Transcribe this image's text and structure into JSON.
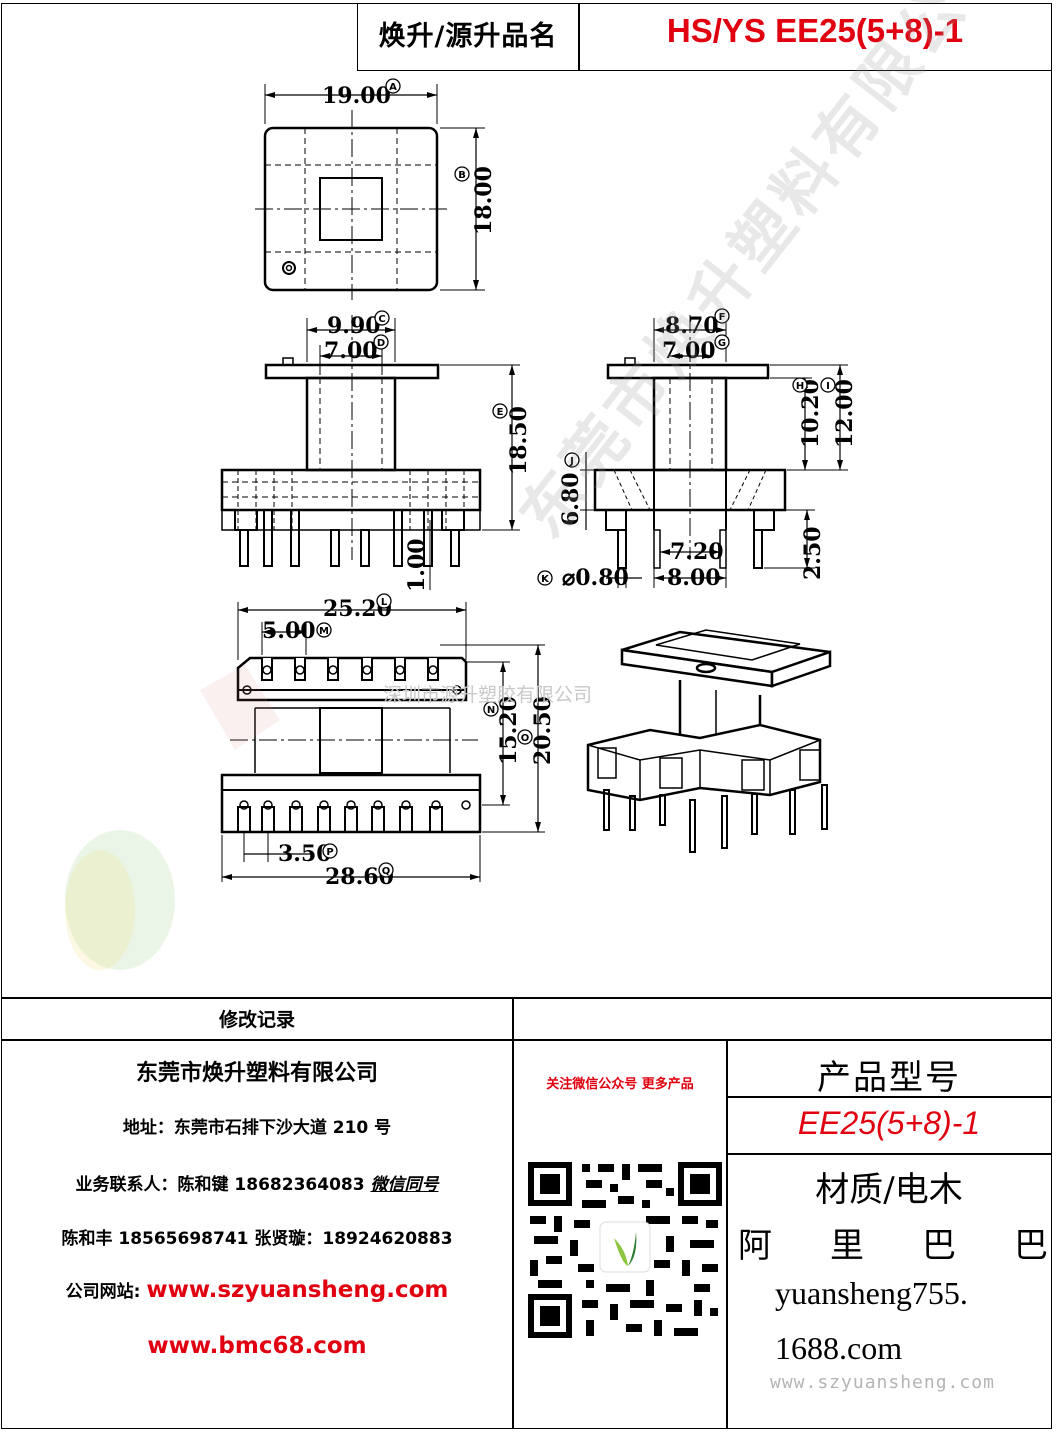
{
  "header": {
    "label": "焕升/源升品名",
    "model": "HS/YS EE25(5+8)-1"
  },
  "dimensions": {
    "d1": "19.00",
    "d2": "18.00",
    "d3": "9.90",
    "d4": "7.00",
    "d5": "18.50",
    "d6": "8.70",
    "d7": "7.00",
    "d8": "10.20",
    "d9": "12.00",
    "d10": "6.80",
    "d11": "7.20",
    "d12": "0.80",
    "d13": "8.00",
    "d14": "2.50",
    "d15": "1.00",
    "d16": "25.20",
    "d17": "5.00",
    "d18": "15.20",
    "d19": "20.50",
    "d20": "3.50",
    "d21": "28.60",
    "dia": "⌀"
  },
  "callouts": {
    "A": "A",
    "B": "B",
    "C": "C",
    "D": "D",
    "E": "E",
    "F": "F",
    "G": "G",
    "H": "H",
    "I": "I",
    "J": "J",
    "K": "K",
    "L": "L",
    "M": "M",
    "N": "N",
    "O": "O",
    "P": "P",
    "Q": "Q"
  },
  "watermark": {
    "text": "深圳市源升塑胶有限公司",
    "diagonal": "东莞市焕升塑料有限公司"
  },
  "footer": {
    "revision_title": "修改记录",
    "company": "东莞市焕升塑料有限公司",
    "address": "地址：东莞市石排下沙大道 210 号",
    "contact1_prefix": "业务联系人：陈和键 18682364083 ",
    "contact1_wechat": "微信同号",
    "contact2": "陈和丰 18565698741 张贤璇：18924620883",
    "website_label": "公司网站: ",
    "website1": "www.szyuansheng.com",
    "website2": "www.bmc68.com",
    "follow": "关注微信公众号 更多产品",
    "product_type_label": "产品型号",
    "product_type_value": "EE25(5+8)-1",
    "material": "材质/电木",
    "alibaba": [
      "阿",
      "里",
      "巴",
      "巴"
    ],
    "store_line1": "yuansheng755.",
    "store_line2": "1688.com",
    "footer_url": "www.szyuansheng.com"
  },
  "colors": {
    "accent_red": "#e00010",
    "line": "#000000"
  }
}
